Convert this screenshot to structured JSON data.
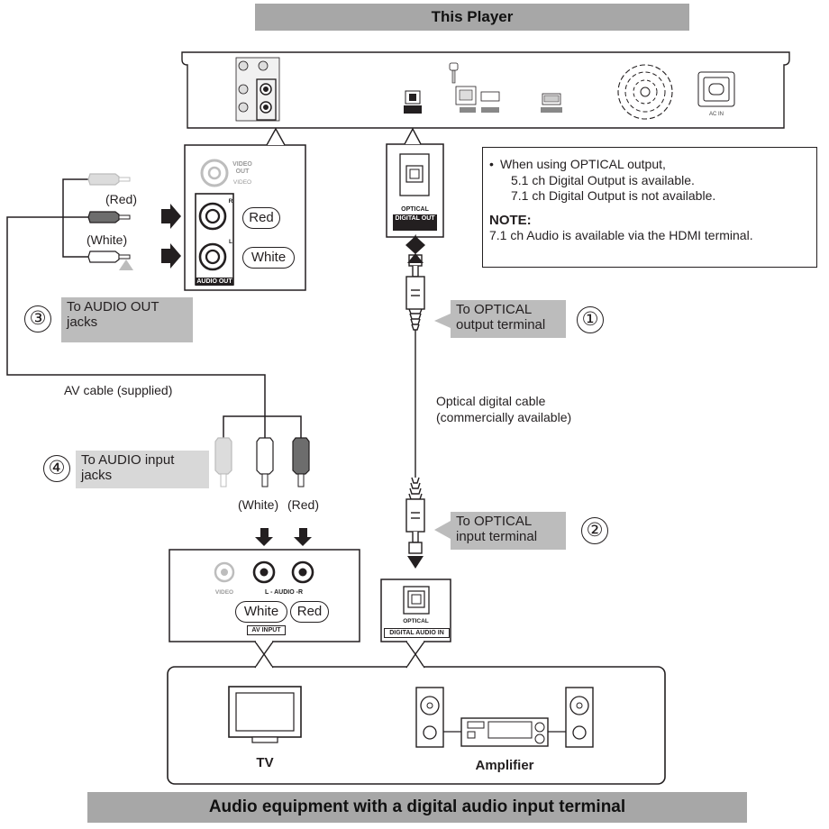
{
  "header": {
    "title": "This Player"
  },
  "footer": {
    "title": "Audio equipment with a digital audio input terminal"
  },
  "note_box": {
    "bullet": "When using OPTICAL output,",
    "line2": "5.1 ch Digital Output is available.",
    "line3": "7.1 ch Digital Output is not available.",
    "heading": "NOTE:",
    "note": "7.1 ch Audio is available via the HDMI terminal."
  },
  "player_panel": {
    "video_out": "VIDEO OUT",
    "video": "VIDEO",
    "r": "R",
    "l": "L",
    "audio_out": "AUDIO OUT",
    "red_pill": "Red",
    "white_pill": "White",
    "optical": "OPTICAL",
    "digital_out": "DIGITAL OUT"
  },
  "cable_left": {
    "red": "(Red)",
    "white": "(White)"
  },
  "steps": [
    {
      "num": "①",
      "text": "To OPTICAL output terminal"
    },
    {
      "num": "②",
      "text": "To OPTICAL input terminal"
    },
    {
      "num": "③",
      "text": "To AUDIO OUT jacks"
    },
    {
      "num": "④",
      "text": "To AUDIO input jacks"
    }
  ],
  "labels": {
    "av_cable": "AV cable (supplied)",
    "optical_cable_1": "Optical digital cable",
    "optical_cable_2": "(commercially available)",
    "bottom_white": "(White)",
    "bottom_red": "(Red)"
  },
  "tv_panel": {
    "video": "VIDEO",
    "audio": "L - AUDIO -R",
    "white_pill": "White",
    "red_pill": "Red",
    "av_input": "AV INPUT"
  },
  "amp_panel": {
    "optical": "OPTICAL",
    "digital_audio_in": "DIGITAL AUDIO IN"
  },
  "devices": {
    "tv": "TV",
    "amplifier": "Amplifier"
  },
  "colors": {
    "banner": "#a7a7a7",
    "tag": "#bcbcbc",
    "plug_red": "#6d6d6d",
    "plug_white": "#ffffff",
    "plug_video": "#d9d9d9"
  }
}
